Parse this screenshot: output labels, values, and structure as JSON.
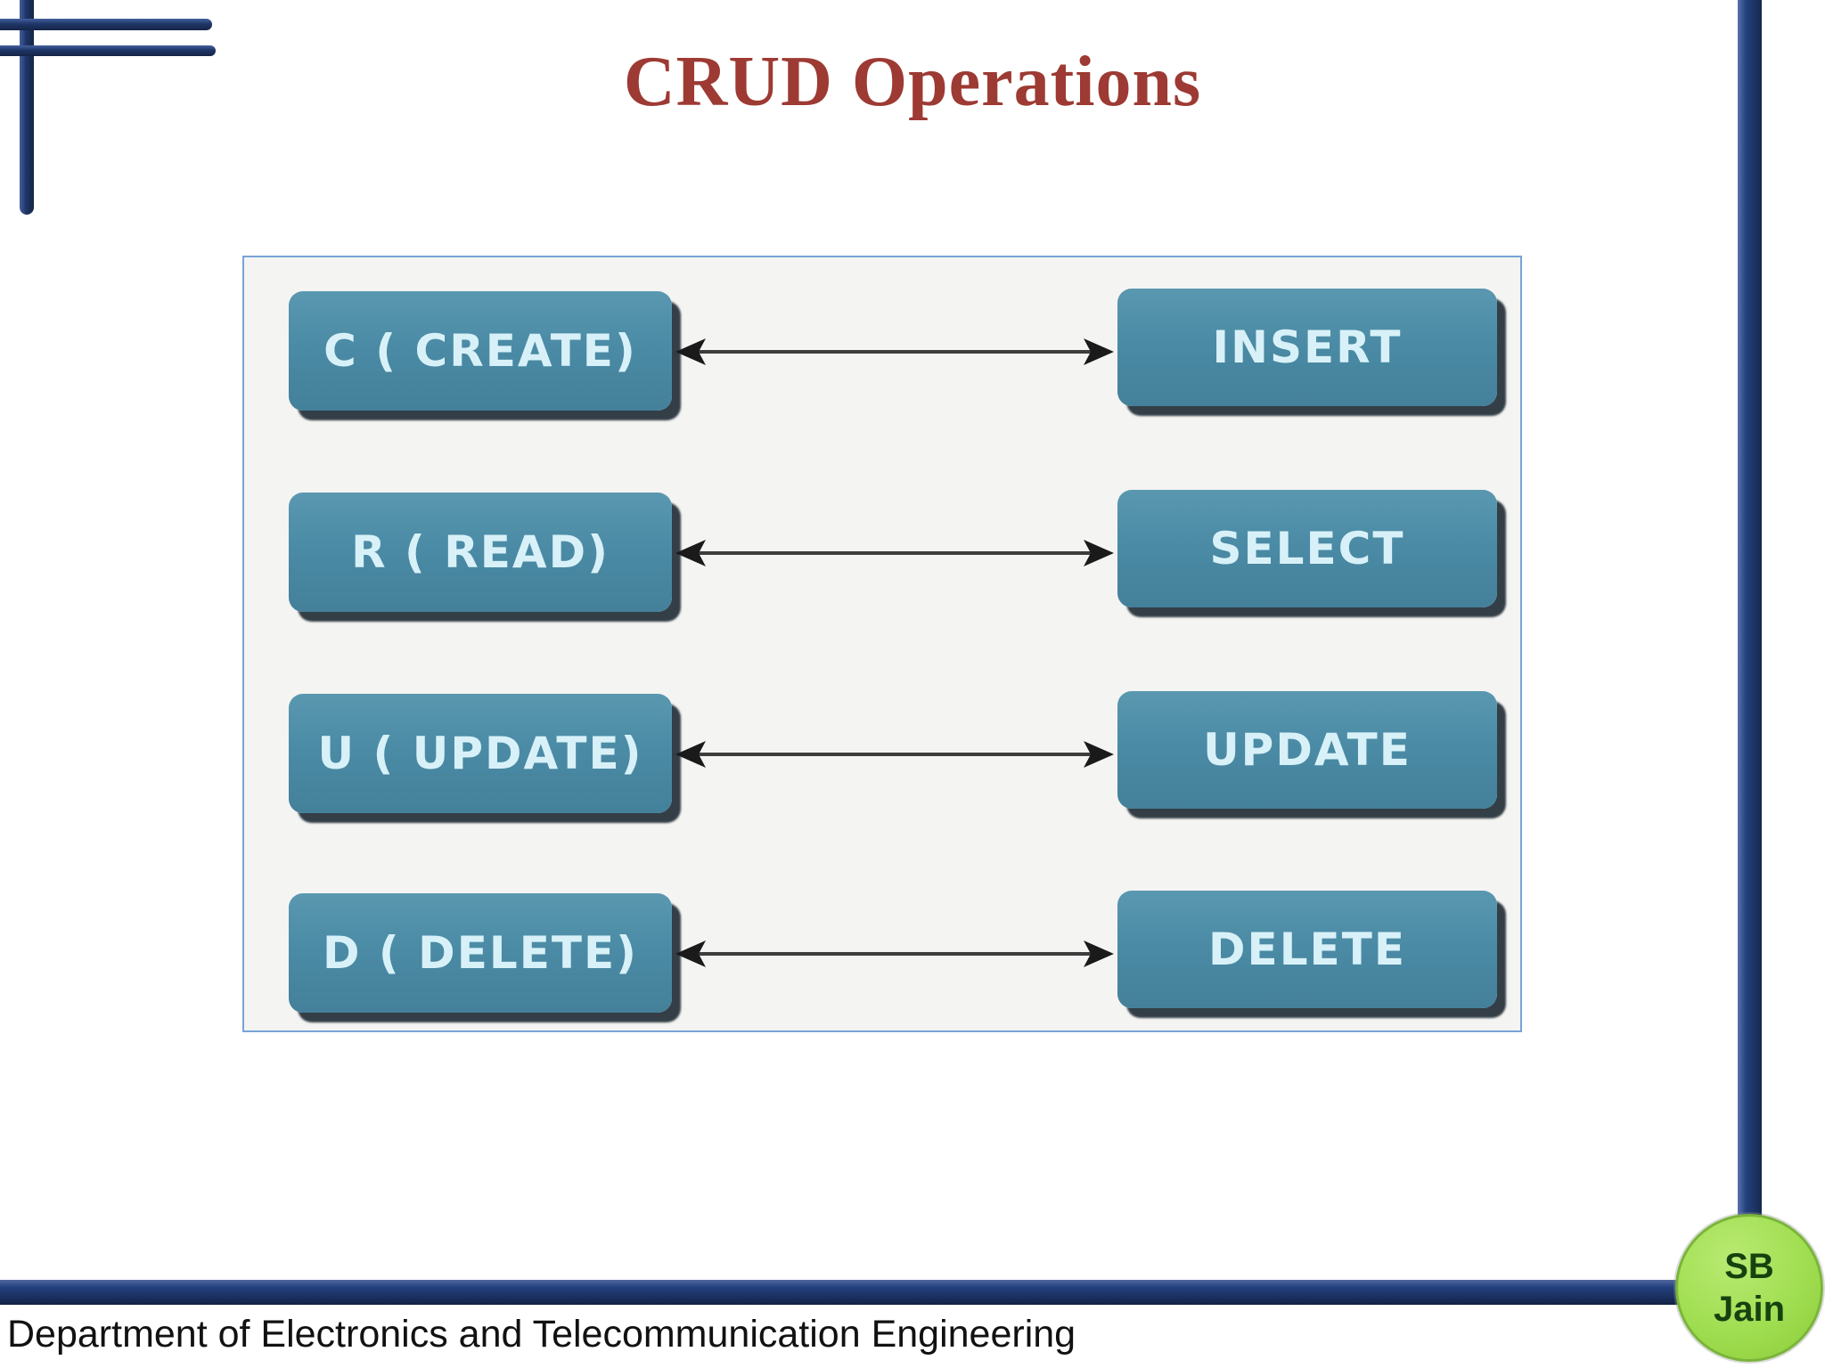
{
  "slide": {
    "title": "CRUD Operations",
    "footer": "Department of Electronics and Telecommunication Engineering",
    "badge": {
      "line1": "SB",
      "line2": "Jain"
    }
  },
  "diagram": {
    "description": "Mapping of CRUD operations to SQL statements with double-headed arrows",
    "rows": [
      {
        "left": "C ( CREATE)",
        "right": "INSERT"
      },
      {
        "left": "R ( READ)",
        "right": "SELECT"
      },
      {
        "left": "U ( UPDATE)",
        "right": "UPDATE"
      },
      {
        "left": "D ( DELETE)",
        "right": "DELETE"
      }
    ]
  },
  "colors": {
    "title_red": "#9d3a33",
    "box_teal": "#4b8ba5",
    "box_text": "#d8f1f8",
    "box_shadow": "#333e46",
    "panel_bg": "#f4f4f2",
    "panel_border": "#79a3d6",
    "navy_bar": "#1e3567",
    "arrow_black": "#1a1a1a",
    "badge_green": "#9edc4f",
    "badge_border": "#7ab53a",
    "badge_text": "#16420f",
    "footer_text": "#111111"
  }
}
